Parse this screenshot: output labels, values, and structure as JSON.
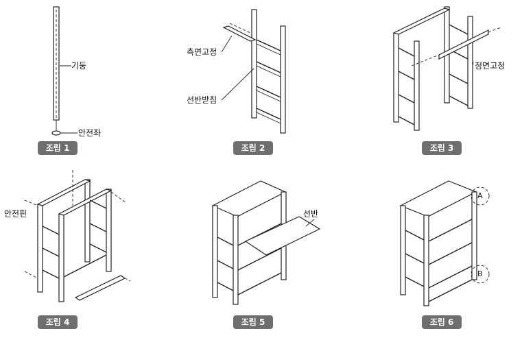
{
  "steps": [
    {
      "badge": "조립 1",
      "callouts": [
        "기둥",
        "안전좌"
      ]
    },
    {
      "badge": "조립 2",
      "callouts": [
        "측면고정",
        "선반받침"
      ]
    },
    {
      "badge": "조립 3",
      "callouts": [
        "정면고정"
      ]
    },
    {
      "badge": "조립 4",
      "callouts": [
        "안전핀"
      ]
    },
    {
      "badge": "조립 5",
      "callouts": [
        "선반"
      ]
    },
    {
      "badge": "조립 6",
      "callouts": [
        "A",
        "B"
      ]
    }
  ]
}
